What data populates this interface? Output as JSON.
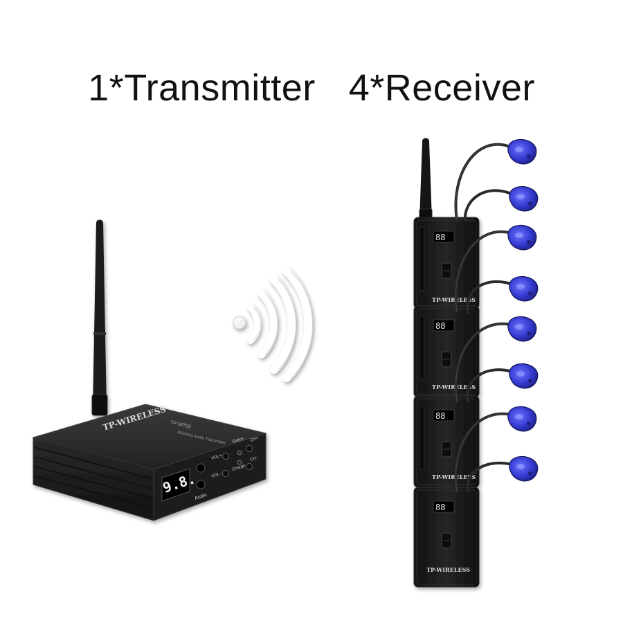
{
  "headline": {
    "transmitter_label": "1*Transmitter",
    "receiver_label": "4*Receiver"
  },
  "transmitter": {
    "brand": "TP-WIRELESS",
    "model": "TP-WT02",
    "subtitle": "Wireless Audio Transmitter",
    "display": "9.8.",
    "vol_up": "VOL+",
    "vol_down": "VOL-",
    "status": "Status",
    "charge": "Charge",
    "ch_up": "CH+",
    "ch_down": "CH-",
    "audio": "Audio"
  },
  "receivers": {
    "brand": "TP-WIRELESS",
    "display": "88",
    "count": 4
  },
  "colors": {
    "device_body": "#1c1c1c",
    "earpiece": "#3a3fd6",
    "signal_waves": "#ffffff"
  }
}
